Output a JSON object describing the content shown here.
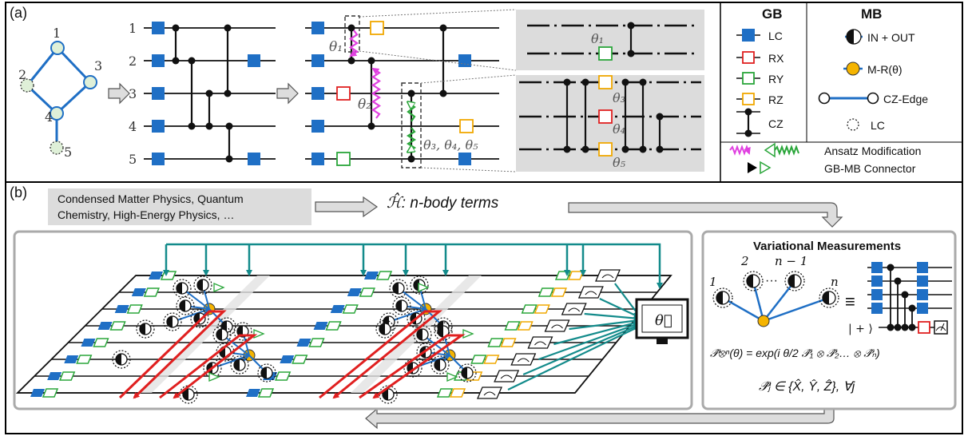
{
  "panel_a": {
    "label": "(a)",
    "graph_nodes": [
      "1",
      "2",
      "3",
      "4",
      "5"
    ],
    "wire_labels": [
      "1",
      "2",
      "3",
      "4",
      "5"
    ],
    "theta_labels": {
      "t1": "θ₁",
      "t2": "θ₂",
      "t345": "θ₃, θ₄, θ₅",
      "z1": "θ₁",
      "z3": "θ₃",
      "z4": "θ₄",
      "z5": "θ₅"
    }
  },
  "legend": {
    "gb_title": "GB",
    "mb_title": "MB",
    "gb_items": [
      "LC",
      "RX",
      "RY",
      "RZ",
      "CZ"
    ],
    "mb_items": [
      "IN + OUT",
      "M-R(θ)",
      "CZ-Edge",
      "LC"
    ],
    "ansatz": "Ansatz Modification",
    "connector": "GB-MB Connector"
  },
  "panel_b": {
    "label": "(b)",
    "domains_line1": "Condensed Matter Physics, Quantum",
    "domains_line2": "Chemistry, High-Energy Physics, …",
    "hamiltonian": "ℋ̂: n-body terms",
    "monitor_label": "θ⃗",
    "vm_title": "Variational Measurements",
    "vm_nodes": [
      "1",
      "2",
      "n − 1",
      "n"
    ],
    "vm_dots": "···",
    "equiv": "≡",
    "ket": "| + ⟩",
    "formula1": "𝒫̂⊗ⁿ(θ) = exp(i θ/2 𝒫̂₁ ⊗ 𝒫̂₂… ⊗ 𝒫̂ₙ)",
    "formula2": "𝒫̂ⱼ ∈ {X̂, Ŷ, Ẑ}, ∀j"
  },
  "colors": {
    "lc_blue": "#1f6fc5",
    "rx_red": "#e02020",
    "ry_green": "#2aa63a",
    "rz_orange": "#f0a800",
    "mr_orange": "#f5b400",
    "teal": "#138b8b",
    "magenta": "#e040e0",
    "node_fill": "#dff0d8",
    "panel_gray": "#dcdcdc"
  }
}
